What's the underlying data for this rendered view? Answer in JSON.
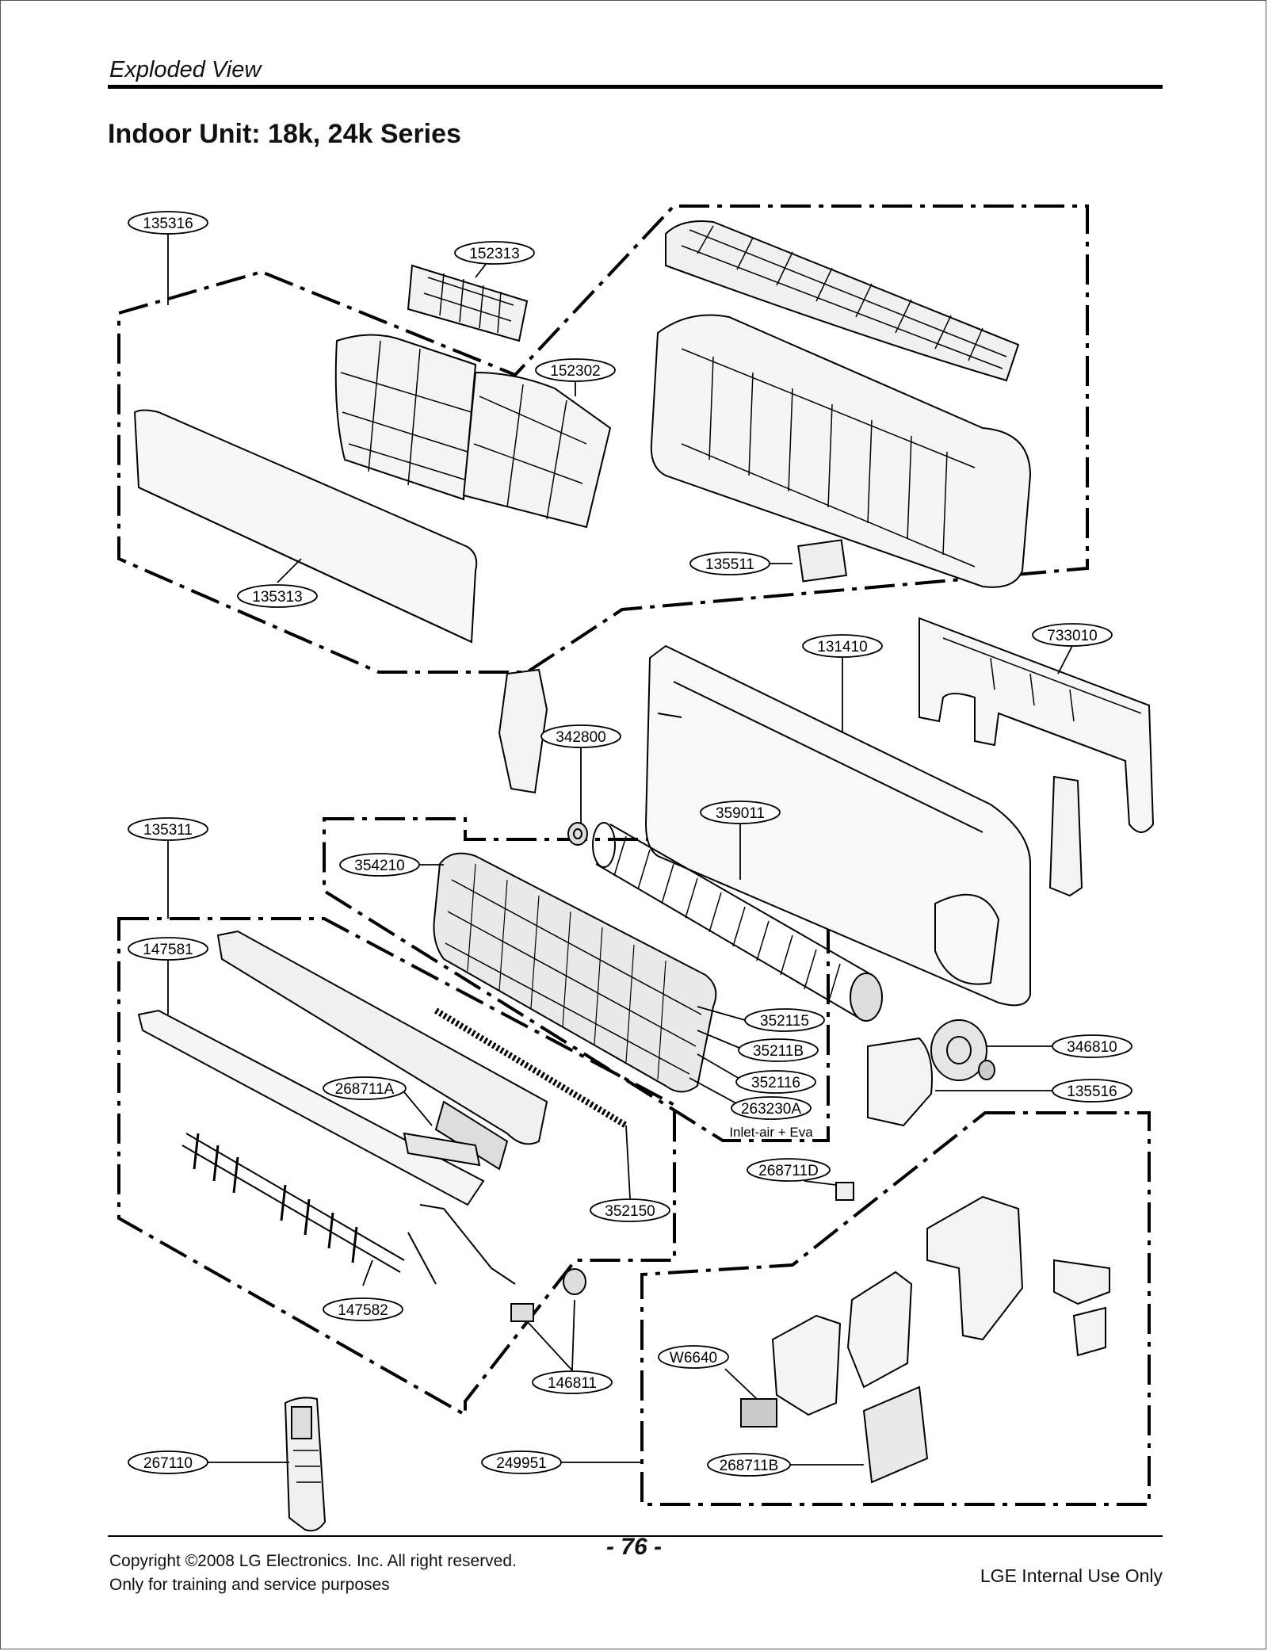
{
  "header": {
    "section_label": "Exploded View",
    "title": "Indoor Unit: 18k, 24k Series"
  },
  "parts": {
    "p135316": "135316",
    "p152313": "152313",
    "p152302": "152302",
    "p135313": "135313",
    "p135511": "135511",
    "p131410": "131410",
    "p733010": "733010",
    "p342800": "342800",
    "p359011": "359011",
    "p135311": "135311",
    "p354210": "354210",
    "p147581": "147581",
    "p352115": "352115",
    "p35211B": "35211B",
    "p352116": "352116",
    "p263230A": "263230A",
    "p263230A_caption": "Inlet-air + Eva",
    "p346810": "346810",
    "p135516": "135516",
    "p268711A": "268711A",
    "p268711D": "268711D",
    "p352150": "352150",
    "p147582": "147582",
    "p146811": "146811",
    "pW6640": "W6640",
    "p267110": "267110",
    "p249951": "249951",
    "p268711B": "268711B"
  },
  "footer": {
    "copyright": "Copyright ©2008 LG Electronics. Inc. All right reserved.",
    "purpose": "Only for training and service purposes",
    "page_number": "- 76 -",
    "internal": "LGE Internal Use Only"
  }
}
